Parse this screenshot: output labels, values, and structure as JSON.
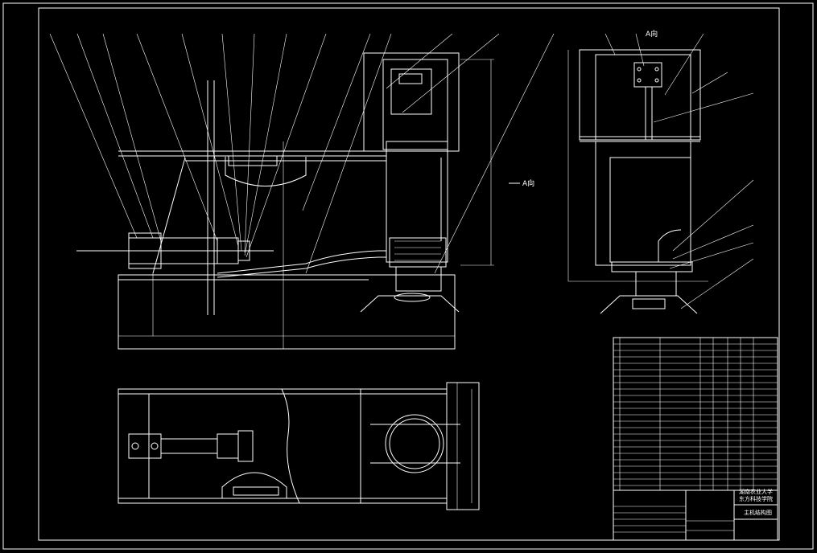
{
  "colors": {
    "background": "#000000",
    "line": "#ffffff"
  },
  "views": {
    "front_direction_label": "A向",
    "side_view_title": "A向"
  },
  "title_block": {
    "school_line1": "湖南农业大学",
    "school_line2": "东方科技学院",
    "drawing_name": "主机结构图"
  }
}
